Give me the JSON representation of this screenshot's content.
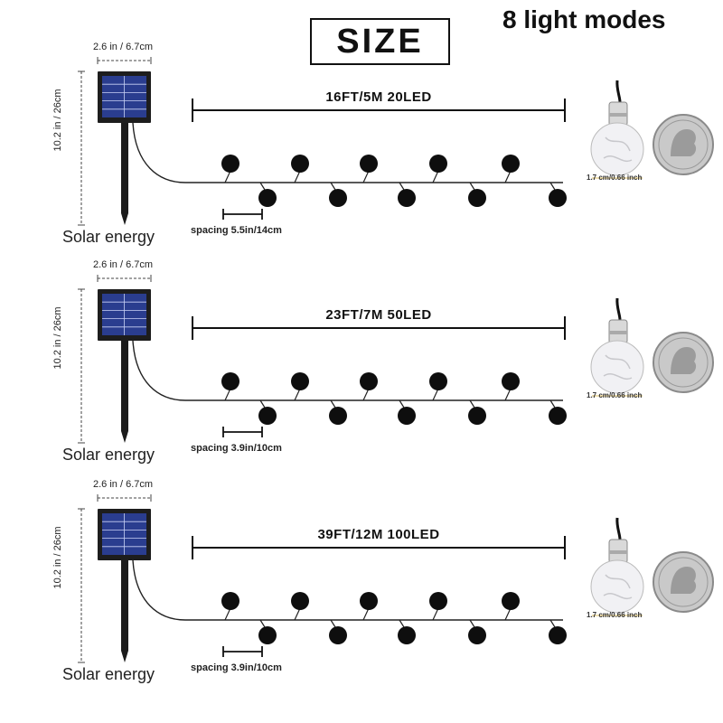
{
  "header": {
    "size_title": "SIZE",
    "modes_title": "8 light modes"
  },
  "variants": [
    {
      "panel_width": "2.6 in / 6.7cm",
      "panel_height": "10.2 in / 26cm",
      "length": "16FT/5M 20LED",
      "spacing": "spacing 5.5in/14cm",
      "solar": "Solar energy",
      "bulb_size": "1.7 cm/0.66 inch"
    },
    {
      "panel_width": "2.6 in / 6.7cm",
      "panel_height": "10.2 in / 26cm",
      "length": "23FT/7M 50LED",
      "spacing": "spacing 3.9in/10cm",
      "solar": "Solar energy",
      "bulb_size": "1.7 cm/0.66 inch"
    },
    {
      "panel_width": "2.6 in / 6.7cm",
      "panel_height": "10.2 in / 26cm",
      "length": "39FT/12M 100LED",
      "spacing": "spacing 3.9in/10cm",
      "solar": "Solar energy",
      "bulb_size": "1.7 cm/0.66 inch"
    }
  ],
  "icons": {
    "panel": "solar-panel-icon",
    "bulb": "globe-bulb-icon",
    "coin": "quarter-coin-icon"
  }
}
